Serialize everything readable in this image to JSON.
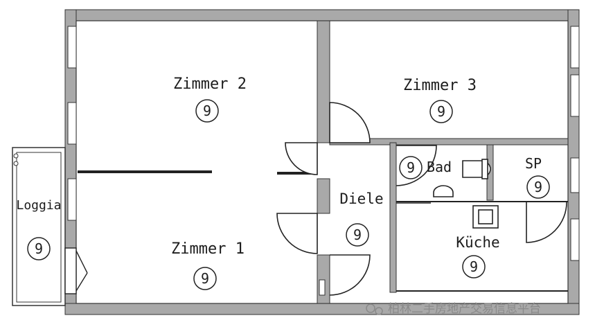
{
  "rooms": [
    {
      "id": "zimmer-2",
      "name": "Zimmer 2",
      "badge": "9"
    },
    {
      "id": "zimmer-3",
      "name": "Zimmer 3",
      "badge": "9"
    },
    {
      "id": "bad",
      "name": "Bad",
      "badge": "9"
    },
    {
      "id": "sp",
      "name": "SP",
      "badge": "9"
    },
    {
      "id": "loggia",
      "name": "Loggia",
      "badge": "9"
    },
    {
      "id": "diele",
      "name": "Diele",
      "badge": "9"
    },
    {
      "id": "zimmer-1",
      "name": "Zimmer 1",
      "badge": "9"
    },
    {
      "id": "kueche",
      "name": "Küche",
      "badge": "9"
    }
  ],
  "watermark": {
    "text": "柏林二手房地产交易信息平台"
  },
  "colors": {
    "wall": "#a9a9a9",
    "line": "#222222",
    "background": "#ffffff"
  }
}
